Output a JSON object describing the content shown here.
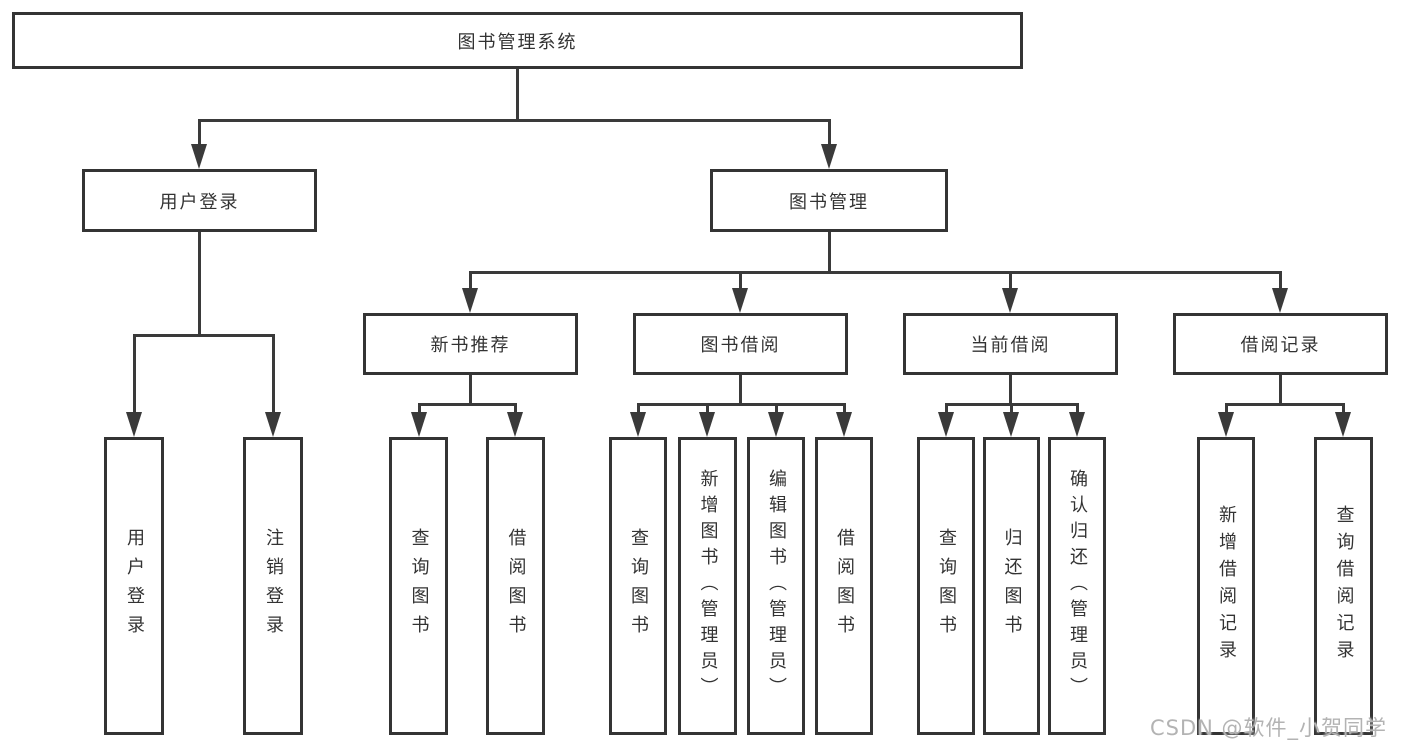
{
  "diagram": {
    "type": "hierarchy",
    "colors": {
      "background": "#ffffff",
      "box_border": "#343434",
      "connector": "#3a3a3a",
      "text": "#333333",
      "watermark": "#b3b3b3"
    },
    "tree": {
      "label": "图书管理系统",
      "children": [
        {
          "label": "用户登录",
          "children": [
            {
              "label": "用户登录"
            },
            {
              "label": "注销登录"
            }
          ]
        },
        {
          "label": "图书管理",
          "children": [
            {
              "label": "新书推荐",
              "children": [
                {
                  "label": "查询图书"
                },
                {
                  "label": "借阅图书"
                }
              ]
            },
            {
              "label": "图书借阅",
              "children": [
                {
                  "label": "查询图书"
                },
                {
                  "label": "新增图书（管理员）"
                },
                {
                  "label": "编辑图书（管理员）"
                },
                {
                  "label": "借阅图书"
                }
              ]
            },
            {
              "label": "当前借阅",
              "children": [
                {
                  "label": "查询图书"
                },
                {
                  "label": "归还图书"
                },
                {
                  "label": "确认归还（管理员）"
                }
              ]
            },
            {
              "label": "借阅记录",
              "children": [
                {
                  "label": "新增借阅记录"
                },
                {
                  "label": "查询借阅记录"
                }
              ]
            }
          ]
        }
      ]
    },
    "watermark": {
      "text": "CSDN @软件_小贺同学"
    }
  }
}
